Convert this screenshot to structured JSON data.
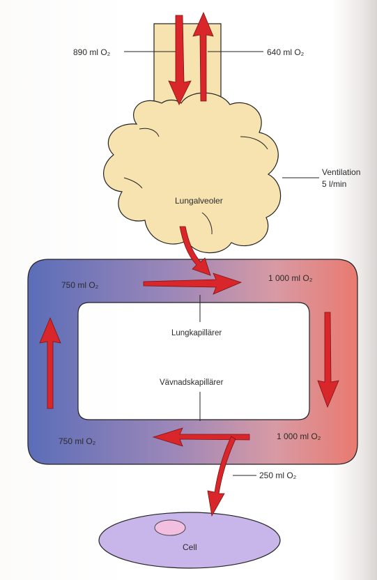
{
  "trachea": {
    "inhaled": "890 ml O₂",
    "exhaled": "640 ml O₂"
  },
  "lung": {
    "label": "Lungalveoler",
    "ventilation_line1": "Ventilation",
    "ventilation_line2": "5 l/min"
  },
  "circulation": {
    "top_left": "750 ml O₂",
    "top_right": "1 000 ml O₂",
    "bottom_right": "1 000 ml O₂",
    "bottom_left": "750 ml O₂",
    "lung_capillaries": "Lungkapillärer",
    "tissue_capillaries": "Vävnadskapillärer"
  },
  "cell": {
    "uptake": "250 ml O₂",
    "label": "Cell"
  },
  "colors": {
    "lung_fill": "#f7e3b0",
    "vein_blue": "#5f6fb5",
    "artery_red": "#e8827a",
    "arrow_red": "#d8262a",
    "cell_fill": "#c8b6ea",
    "nucleus_fill": "#f3bfe0"
  }
}
